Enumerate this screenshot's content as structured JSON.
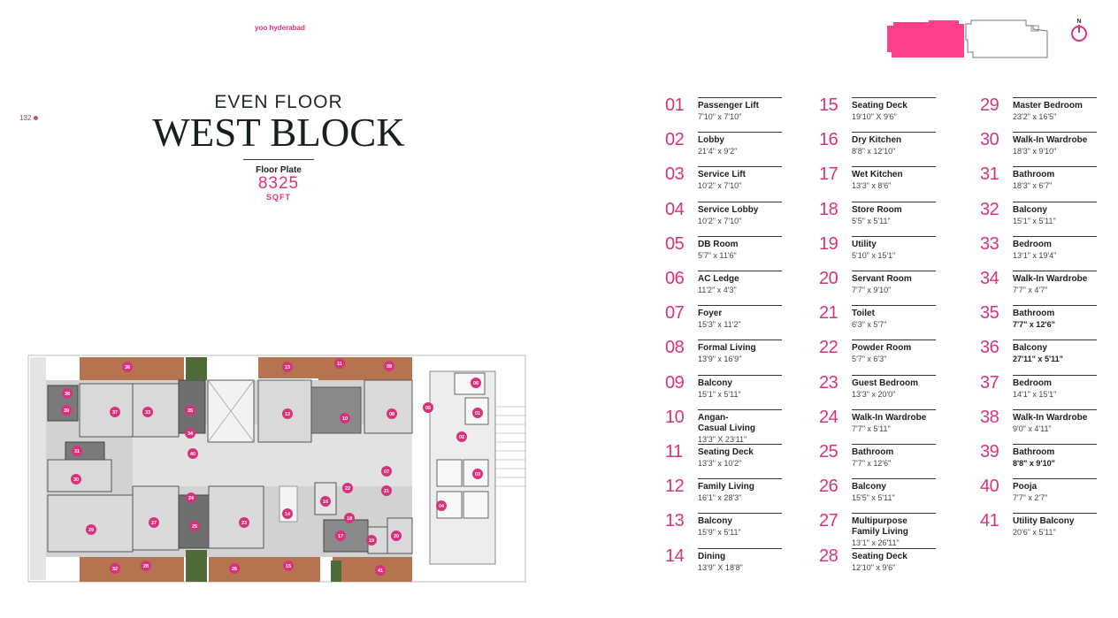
{
  "brand": "yoo hyderabad",
  "page_number": "132",
  "title": {
    "line1": "EVEN FLOOR",
    "line2": "WEST BLOCK"
  },
  "floor_plate": {
    "label": "Floor Plate",
    "value": "8325",
    "unit": "SQFT"
  },
  "north_label": "N",
  "colors": {
    "accent": "#d9327d",
    "wood": "#b5734f",
    "floor": "#cfcfcf",
    "dark_tile": "#6f6f6f"
  },
  "legend": [
    {
      "num": "01",
      "name": "Passenger Lift",
      "dims": "7'10\" x 7'10\""
    },
    {
      "num": "02",
      "name": "Lobby",
      "dims": "21'4\" x 9'2\""
    },
    {
      "num": "03",
      "name": "Service Lift",
      "dims": "10'2\" x 7'10\""
    },
    {
      "num": "04",
      "name": "Service Lobby",
      "dims": "10'2\" x 7'10\""
    },
    {
      "num": "05",
      "name": "DB Room",
      "dims": "5'7\" x 11'6\""
    },
    {
      "num": "06",
      "name": "AC Ledge",
      "dims": "11'2\" x 4'3\""
    },
    {
      "num": "07",
      "name": "Foyer",
      "dims": "15'3\" x 11'2\""
    },
    {
      "num": "08",
      "name": "Formal Living",
      "dims": "13'9\" x 16'9\""
    },
    {
      "num": "09",
      "name": "Balcony",
      "dims": "15'1\" x 5'11\""
    },
    {
      "num": "10",
      "name": "Angan-\nCasual Living",
      "dims": "13'3\" X 23'11\""
    },
    {
      "num": "11",
      "name": "Seating Deck",
      "dims": "13'3\" x 10'2\""
    },
    {
      "num": "12",
      "name": "Family Living",
      "dims": "16'1\" x 28'3\""
    },
    {
      "num": "13",
      "name": "Balcony",
      "dims": "15'9\" x 5'11\""
    },
    {
      "num": "14",
      "name": "Dining",
      "dims": "13'9\" X 18'8\""
    },
    {
      "num": "15",
      "name": "Seating Deck",
      "dims": "19'10\" X 9'6\""
    },
    {
      "num": "16",
      "name": "Dry Kitchen",
      "dims": "8'8\" x 12'10\""
    },
    {
      "num": "17",
      "name": "Wet Kitchen",
      "dims": "13'3\" x 8'6\""
    },
    {
      "num": "18",
      "name": "Store Room",
      "dims": "5'5\" x 5'11\""
    },
    {
      "num": "19",
      "name": "Utility",
      "dims": "5'10\" x 15'1\""
    },
    {
      "num": "20",
      "name": "Servant Room",
      "dims": "7'7\" x 9'10\""
    },
    {
      "num": "21",
      "name": "Toilet",
      "dims": "6'3\" x 5'7\""
    },
    {
      "num": "22",
      "name": "Powder Room",
      "dims": "5'7\" x 6'3\""
    },
    {
      "num": "23",
      "name": "Guest Bedroom",
      "dims": "13'3\" x 20'0\""
    },
    {
      "num": "24",
      "name": "Walk-In Wardrobe",
      "dims": "7'7\" x 5'11\""
    },
    {
      "num": "25",
      "name": "Bathroom",
      "dims": "7'7\" x 12'6\""
    },
    {
      "num": "26",
      "name": "Balcony",
      "dims": "15'5\" x 5'11\""
    },
    {
      "num": "27",
      "name": "Multipurpose\nFamily Living",
      "dims": "13'1\" x 26'11\""
    },
    {
      "num": "28",
      "name": "Seating Deck",
      "dims": "12'10\" x 9'6\""
    },
    {
      "num": "29",
      "name": "Master Bedroom",
      "dims": "23'2\" x 16'5\""
    },
    {
      "num": "30",
      "name": "Walk-In Wardrobe",
      "dims": "18'3\" x 9'10\""
    },
    {
      "num": "31",
      "name": "Bathroom",
      "dims": "18'3\" x 6'7\""
    },
    {
      "num": "32",
      "name": "Balcony",
      "dims": "15'1\" x 5'11\""
    },
    {
      "num": "33",
      "name": "Bedroom",
      "dims": "13'1\" x 19'4\""
    },
    {
      "num": "34",
      "name": "Walk-In Wardrobe",
      "dims": "7'7\" x 4'7\""
    },
    {
      "num": "35",
      "name": "Bathroom",
      "dims": "7'7\" x 12'6\"",
      "bold": true
    },
    {
      "num": "36",
      "name": "Balcony",
      "dims": "27'11\" x 5'11\"",
      "bold": true
    },
    {
      "num": "37",
      "name": "Bedroom",
      "dims": "14'1\" x 15'1\""
    },
    {
      "num": "38",
      "name": "Walk-In Wardrobe",
      "dims": "9'0\" x 4'11\""
    },
    {
      "num": "39",
      "name": "Bathroom",
      "dims": "8'8\" x 9'10\"",
      "bold": true
    },
    {
      "num": "40",
      "name": "Pooja",
      "dims": "7'7\" x 2'7\""
    },
    {
      "num": "41",
      "name": "Utility Balcony",
      "dims": "20'6\" x 5'11\""
    }
  ],
  "plan_markers": [
    "01",
    "02",
    "03",
    "04",
    "05",
    "06",
    "07",
    "08",
    "09",
    "10",
    "11",
    "12",
    "13",
    "14",
    "15",
    "16",
    "17",
    "18",
    "19",
    "20",
    "21",
    "22",
    "23",
    "24",
    "25",
    "26",
    "27",
    "28",
    "29",
    "30",
    "31",
    "32",
    "33",
    "34",
    "35",
    "36",
    "37",
    "38",
    "39",
    "40",
    "41"
  ]
}
